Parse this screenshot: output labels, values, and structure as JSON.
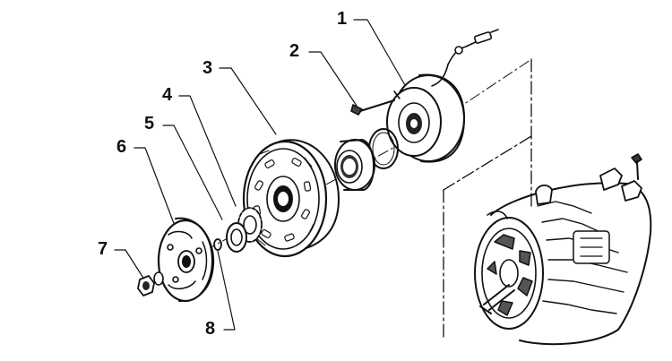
{
  "diagram": {
    "callouts": [
      "1",
      "2",
      "3",
      "4",
      "5",
      "6",
      "7",
      "8"
    ],
    "colors": {
      "ink": "#111111",
      "paper": "#ffffff",
      "shade": "#444444"
    }
  }
}
